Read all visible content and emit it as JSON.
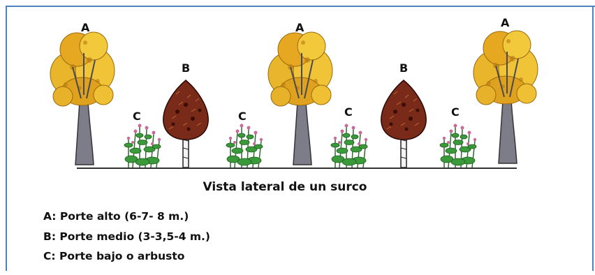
{
  "row_labels": {
    "tall": "A",
    "medium": "B",
    "low": "C"
  },
  "caption": "Vista lateral de un surco",
  "legend": [
    "A: Porte alto (6-7- 8 m.)",
    "B: Porte medio (3-3,5-4 m.)",
    "C: Porte bajo o arbusto"
  ],
  "colors": {
    "frame": "#4f81bd",
    "tall_foliage": "#e8b020",
    "medium_foliage": "#7a2a18",
    "shrub_leaves": "#3a9a3a",
    "ground": "#333333"
  },
  "icons": {
    "tall": "tall-tree-icon",
    "medium": "medium-tree-icon",
    "low": "shrub-icon"
  }
}
